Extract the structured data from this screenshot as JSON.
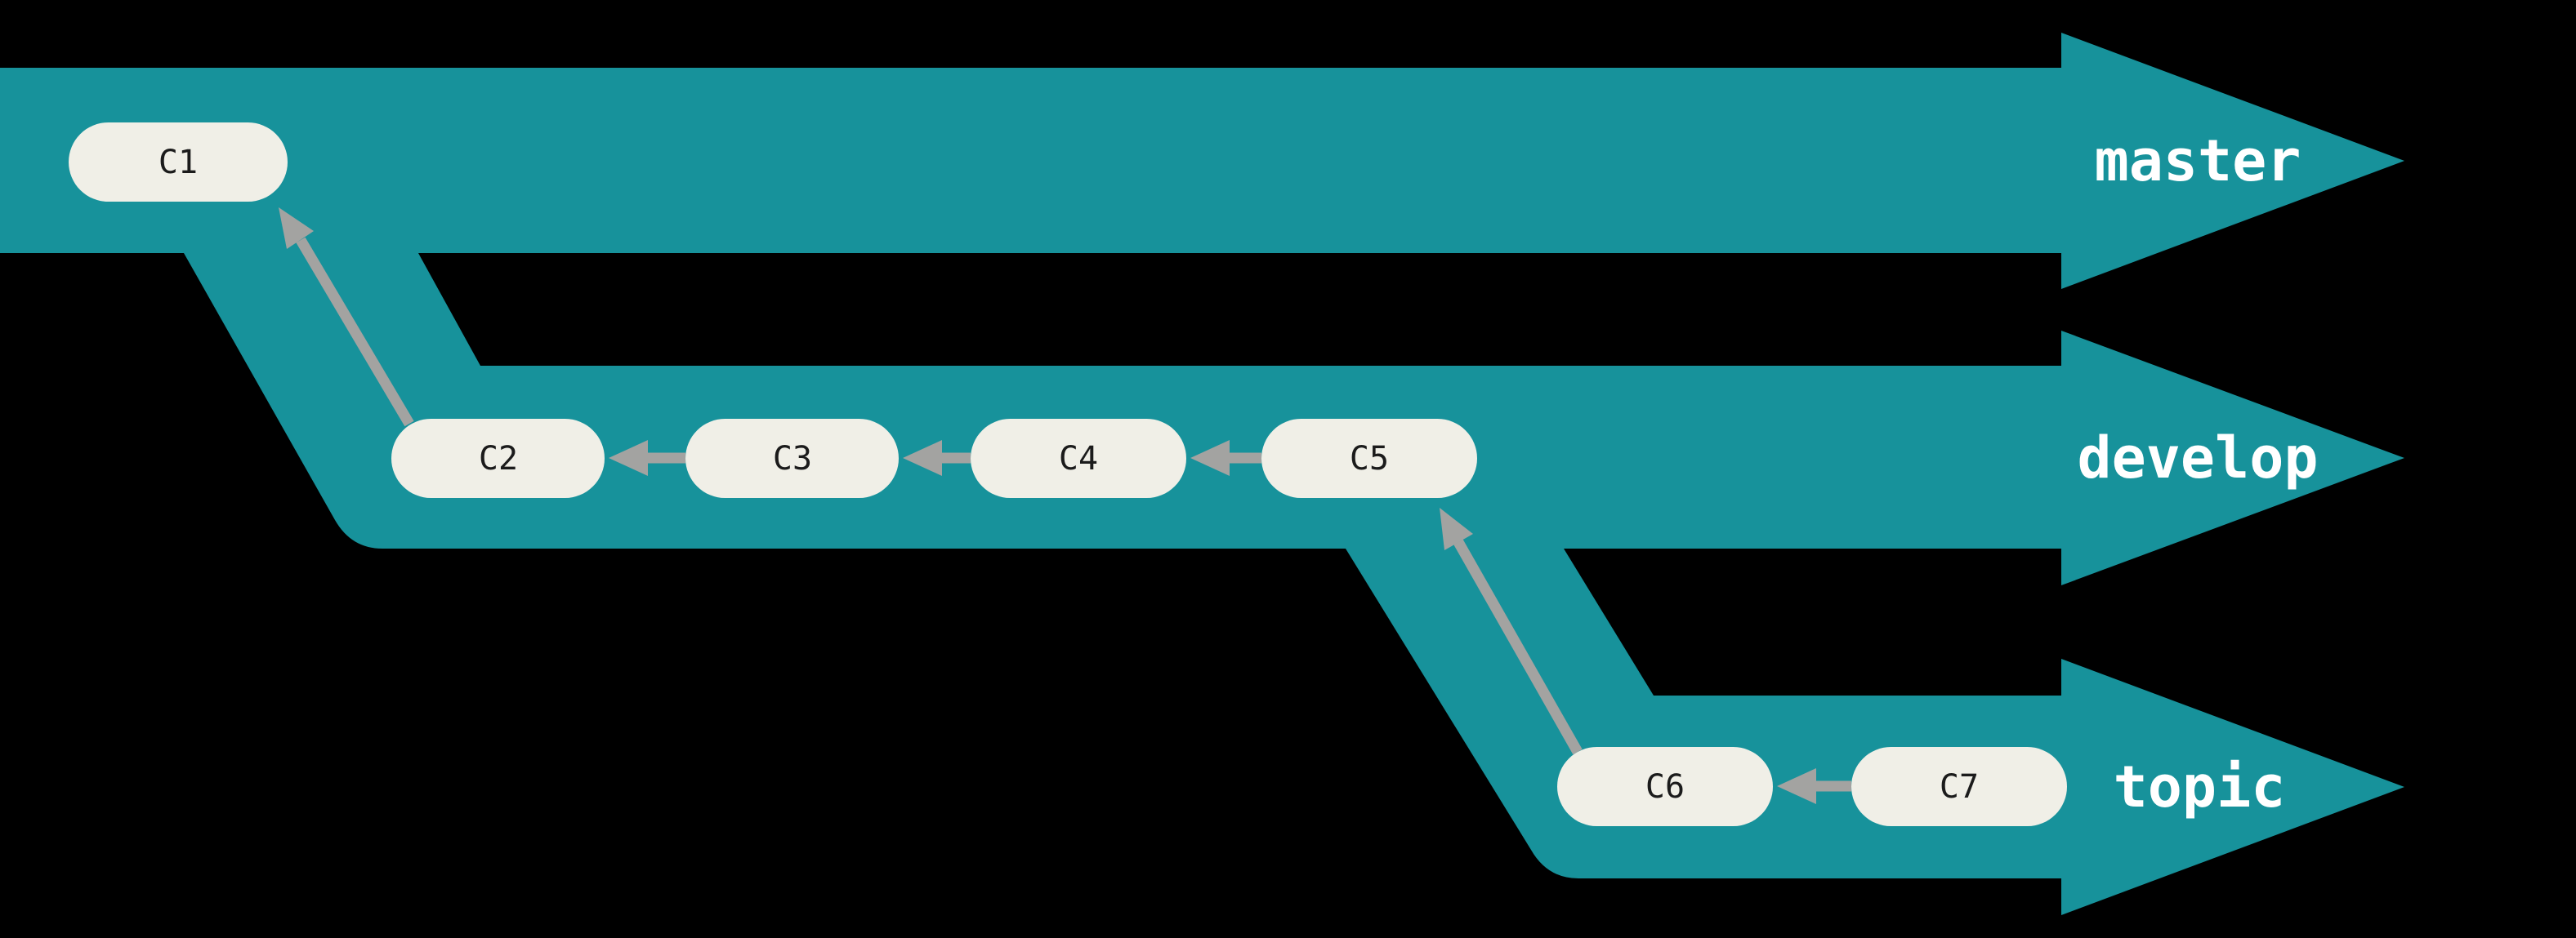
{
  "diagram": {
    "type": "git-branching-workflow",
    "theme": {
      "background": "#000000",
      "branch_band": "#17929B",
      "commit_node": "#F0EFE7",
      "commit_text": "#1B1B1B",
      "arrow": "#A3A3A1",
      "branch_label": "#FFFFFF"
    },
    "branches": [
      {
        "name": "master",
        "label": "master",
        "commits": [
          {
            "id": "C1"
          }
        ]
      },
      {
        "name": "develop",
        "label": "develop",
        "commits": [
          {
            "id": "C2"
          },
          {
            "id": "C3"
          },
          {
            "id": "C4"
          },
          {
            "id": "C5"
          }
        ]
      },
      {
        "name": "topic",
        "label": "topic",
        "commits": [
          {
            "id": "C6"
          },
          {
            "id": "C7"
          }
        ]
      }
    ],
    "edges": [
      {
        "from": "C2",
        "to": "C1"
      },
      {
        "from": "C3",
        "to": "C2"
      },
      {
        "from": "C4",
        "to": "C3"
      },
      {
        "from": "C5",
        "to": "C4"
      },
      {
        "from": "C6",
        "to": "C5"
      },
      {
        "from": "C7",
        "to": "C6"
      }
    ]
  }
}
